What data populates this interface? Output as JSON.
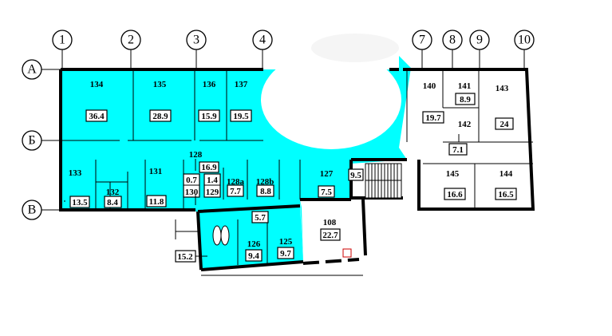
{
  "title": "Floor plan",
  "colors": {
    "highlight": "#00ffff",
    "wall": "#000000",
    "fixture": "#cc0000"
  },
  "axes_columns": [
    "1",
    "2",
    "3",
    "4",
    "7",
    "8",
    "9",
    "10"
  ],
  "axes_rows": [
    "А",
    "Б",
    "В"
  ],
  "rooms": [
    {
      "number": "134",
      "area": "36.4"
    },
    {
      "number": "135",
      "area": "28.9"
    },
    {
      "number": "136",
      "area": "15.9"
    },
    {
      "number": "137",
      "area": "19.5"
    },
    {
      "number": "140",
      "area": "19.7"
    },
    {
      "number": "141",
      "area": "8.9"
    },
    {
      "number": "142",
      "area": "7.1"
    },
    {
      "number": "143",
      "area": "24"
    },
    {
      "number": "128",
      "area": "16.9"
    },
    {
      "number": "133",
      "area": "13.5"
    },
    {
      "number": "132",
      "area": "8.4"
    },
    {
      "number": "131",
      "area": "11.8"
    },
    {
      "number": "130",
      "area": "0.7"
    },
    {
      "number": "129",
      "area": "1.4"
    },
    {
      "number": "128a",
      "area": "7.7"
    },
    {
      "number": "128b",
      "area": "8.8"
    },
    {
      "number": "127",
      "area": "7.5"
    },
    {
      "number": "145",
      "area": "16.6"
    },
    {
      "number": "144",
      "area": "16.5"
    },
    {
      "number": "126",
      "area": "9.4"
    },
    {
      "number": "125",
      "area": "9.7"
    },
    {
      "number": "108",
      "area": "22.7"
    }
  ],
  "unnumbered_areas": {
    "stair_landing": "9.5",
    "corridor_annex": "5.7",
    "toilet": "15.2"
  }
}
